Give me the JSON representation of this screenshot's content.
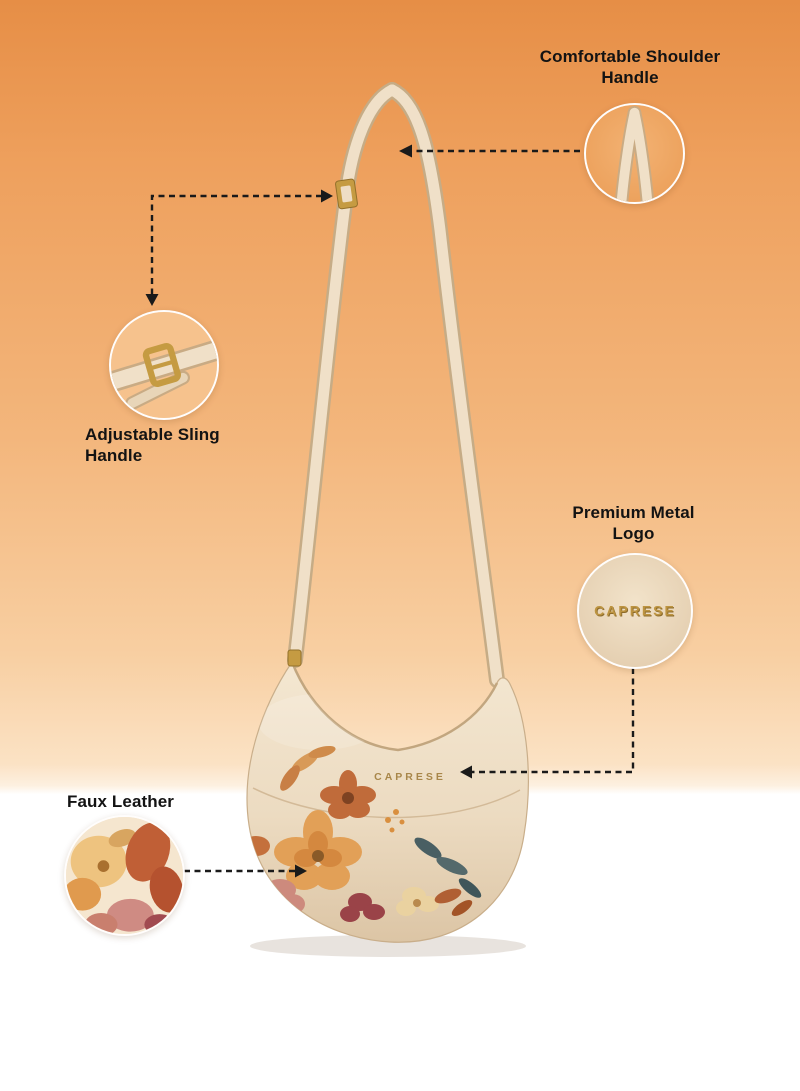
{
  "colors": {
    "background_top": "#e68e46",
    "background_mid": "#f3b67c",
    "background_fade": "#fbe2c4",
    "background_bottom": "#ffffff",
    "bag_leather": "#f0e0c8",
    "bag_shade": "#dcc5a5",
    "strap_edge": "#c6ac86",
    "gold_hardware": "#c59b42",
    "logo_gold": "#a8864a",
    "arrow_color": "#1a1a1a",
    "label_text": "#131313"
  },
  "callouts": {
    "shoulder_handle": {
      "label": [
        "Comfortable Shoulder",
        "Handle"
      ]
    },
    "sling_handle": {
      "label": [
        "Adjustable Sling",
        "Handle"
      ]
    },
    "metal_logo": {
      "label": [
        "Premium Metal",
        "Logo"
      ],
      "zoom_text": "CAPRESE"
    },
    "faux_leather": {
      "label": [
        "Faux Leather"
      ]
    }
  },
  "product": {
    "brand_logo_text": "CAPRESE"
  }
}
